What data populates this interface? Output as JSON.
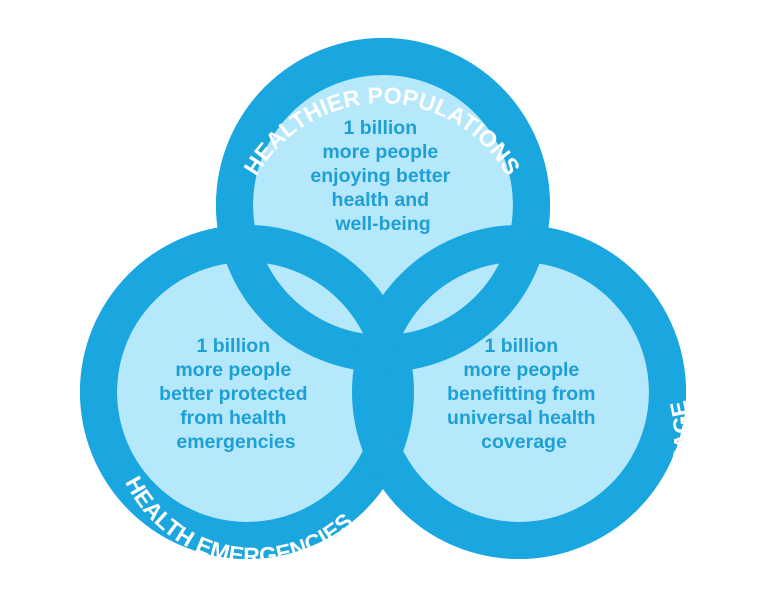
{
  "colors": {
    "ring": "#1aa7e0",
    "inner_fill": "#b5e8fb",
    "inner_text": "#1e9fd5",
    "ring_text": "#ffffff"
  },
  "circles": {
    "top": {
      "ring_label": "HEALTHIER POPULATIONS",
      "lines": [
        "1 billion",
        "more people",
        "enjoying better",
        "health and",
        "well-being"
      ]
    },
    "left": {
      "ring_label": "HEALTH EMERGENCIES",
      "lines": [
        "1 billion",
        "more people",
        "better protected",
        "from health",
        "emergencies"
      ]
    },
    "right": {
      "ring_label": "UNIVERSAL HEALTH COVERAGE",
      "lines": [
        "1 billion",
        "more people",
        "benefitting from",
        "universal health",
        "coverage"
      ]
    }
  }
}
